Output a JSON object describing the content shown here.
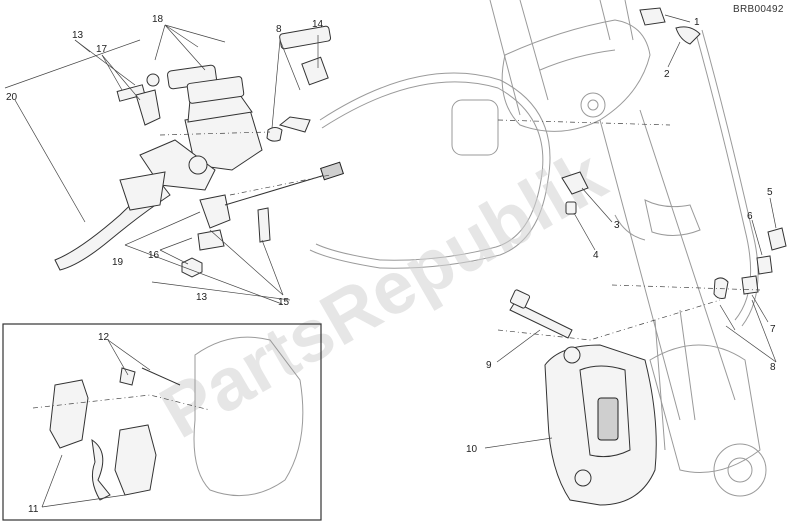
{
  "diagram": {
    "code": "BRB00492",
    "watermark": "PartsRepublik",
    "callouts": [
      {
        "id": "c1",
        "text": "1"
      },
      {
        "id": "c2",
        "text": "2"
      },
      {
        "id": "c3",
        "text": "3"
      },
      {
        "id": "c4",
        "text": "4"
      },
      {
        "id": "c5",
        "text": "5"
      },
      {
        "id": "c6",
        "text": "6"
      },
      {
        "id": "c7",
        "text": "7"
      },
      {
        "id": "c8a",
        "text": "8"
      },
      {
        "id": "c8b",
        "text": "8"
      },
      {
        "id": "c9",
        "text": "9"
      },
      {
        "id": "c10",
        "text": "10"
      },
      {
        "id": "c11",
        "text": "11"
      },
      {
        "id": "c12",
        "text": "12"
      },
      {
        "id": "c13a",
        "text": "13"
      },
      {
        "id": "c13b",
        "text": "13"
      },
      {
        "id": "c14",
        "text": "14"
      },
      {
        "id": "c15",
        "text": "15"
      },
      {
        "id": "c16",
        "text": "16"
      },
      {
        "id": "c17",
        "text": "17"
      },
      {
        "id": "c18",
        "text": "18"
      },
      {
        "id": "c19",
        "text": "19"
      },
      {
        "id": "c20",
        "text": "20"
      }
    ]
  }
}
